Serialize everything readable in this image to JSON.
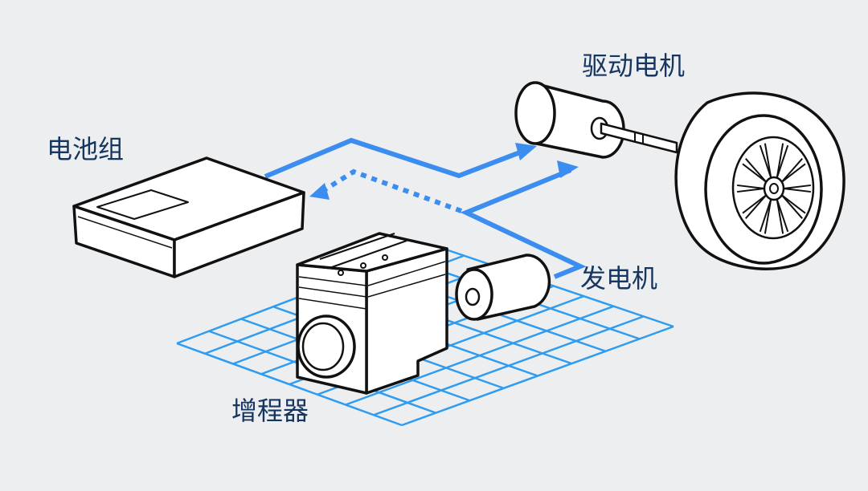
{
  "labels": {
    "battery": "电池组",
    "drive_motor": "驱动电机",
    "generator": "发电机",
    "range_extender": "增程器"
  },
  "colors": {
    "background": "#edeef0",
    "flow_blue": "#3b8df0",
    "grid_blue": "#2f9cf0",
    "outline": "#111111",
    "label_text": "#163660"
  }
}
